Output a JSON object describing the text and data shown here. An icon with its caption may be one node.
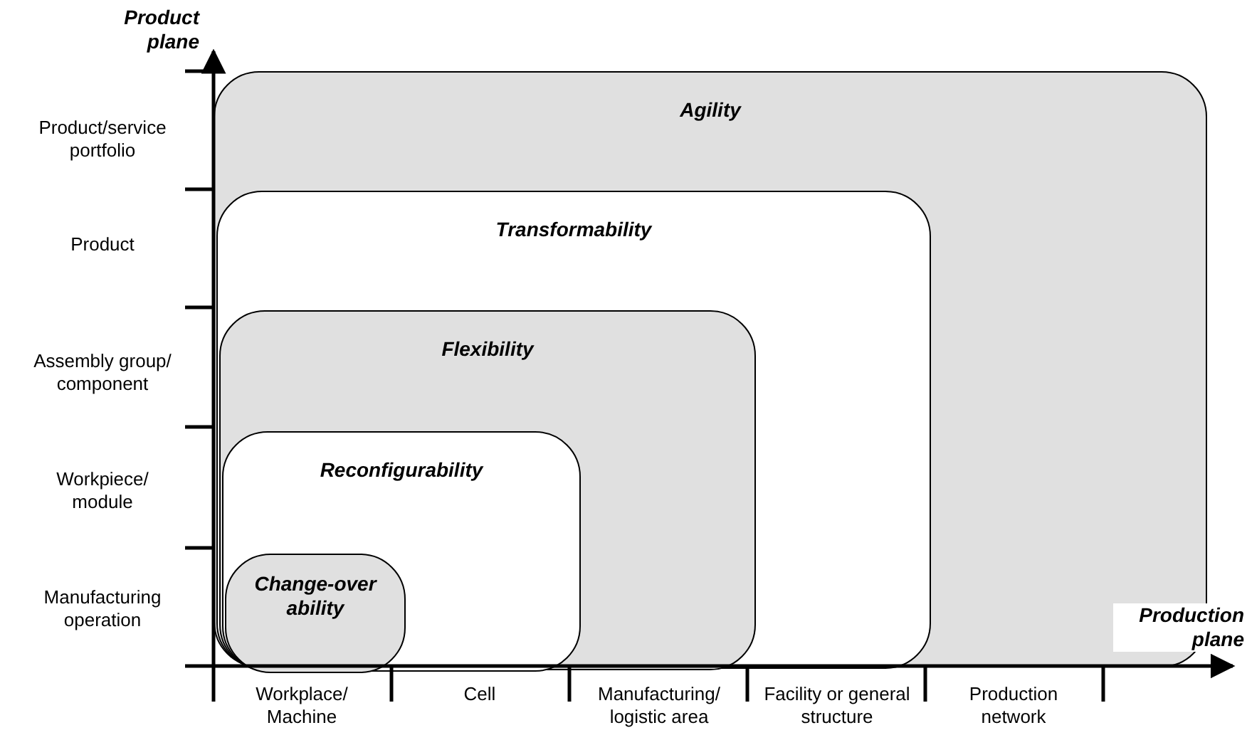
{
  "diagram": {
    "nodes": [
      {
        "text": [
          "Agility"
        ]
      },
      {
        "text": [
          "Transformability"
        ],
        "in": 0
      },
      {
        "text": [
          "Flexibility"
        ],
        "in": 1
      },
      {
        "text": [
          "Reconfigurability"
        ],
        "in": 2
      },
      {
        "text": [
          "Change-over ability"
        ],
        "in": 3
      }
    ],
    "labels": [
      "Product plane",
      "Product/service portfolio",
      "Product",
      "Assembly group/ component",
      "Workpiece/ module",
      "Manufacturing operation",
      "Production plane",
      "Workplace/ Machine",
      "Cell",
      "Manufacturing/ logistic area",
      "Facility or general structure",
      "Production network"
    ]
  }
}
